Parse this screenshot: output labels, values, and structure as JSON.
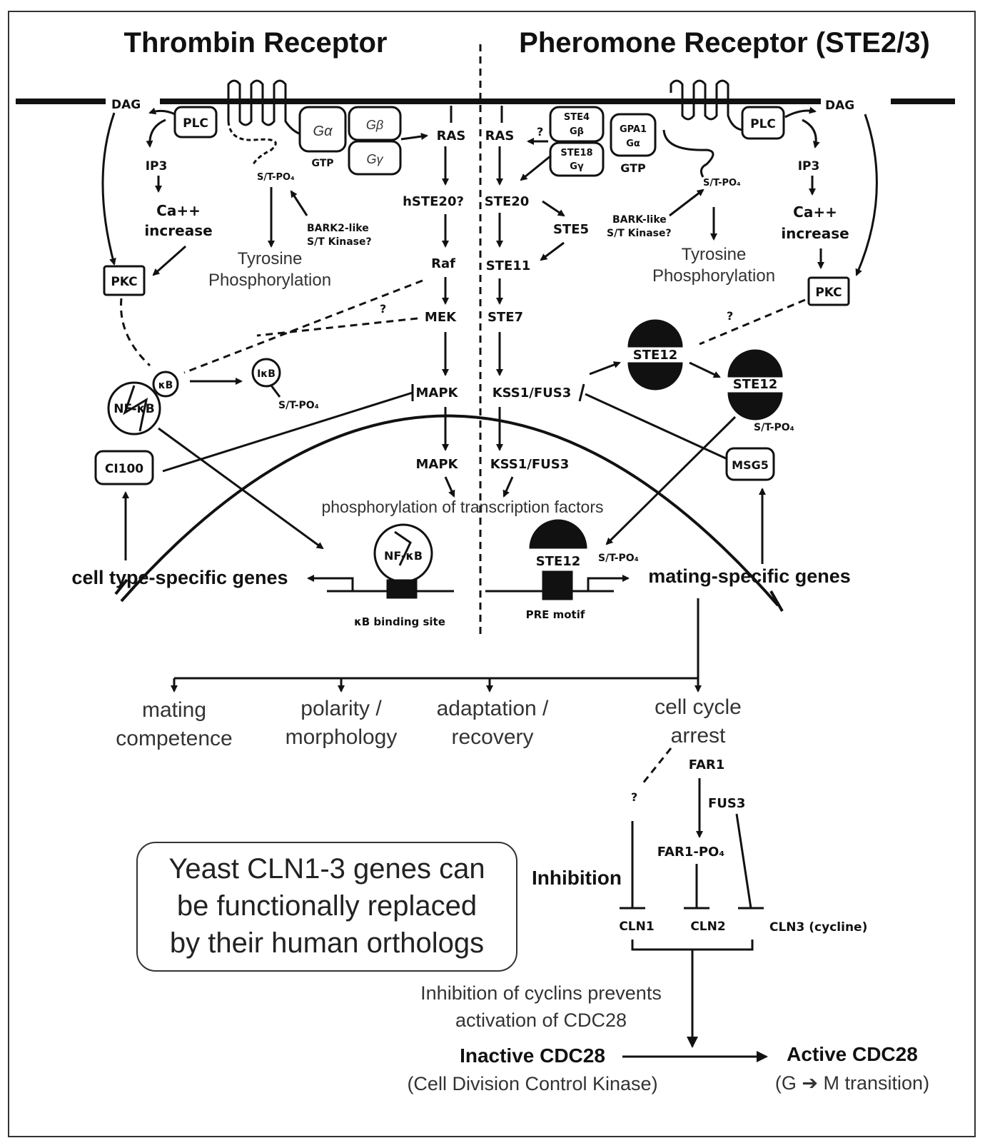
{
  "titles": {
    "left": "Thrombin Receptor",
    "right": "Pheromone Receptor (STE2/3)"
  },
  "left": {
    "dag": "DAG",
    "plc": "PLC",
    "ga": "Gα",
    "gb": "Gβ",
    "gg": "Gγ",
    "gtp": "GTP",
    "ip3": "IP3",
    "ca1": "Ca++",
    "ca2": "increase",
    "stpo": "S/T-PO₄",
    "bark1": "BARK2-like",
    "bark2": "S/T Kinase?",
    "tyr1": "Tyrosine",
    "tyr2": "Phosphorylation",
    "pkc": "PKC",
    "ras": "RAS",
    "hste20": "hSTE20?",
    "raf": "Raf",
    "mek": "MEK",
    "mapk": "MAPK",
    "mapk2": "MAPK",
    "ikb": "κB",
    "ikb2": "IκB",
    "stpo2": "S/T-PO₄",
    "nfkb": "NF-κB",
    "nfkb2": "NF-κB",
    "ci100": "CI100",
    "genes": "cell type-specific genes",
    "binding": "κB  binding  site",
    "q": "?"
  },
  "right": {
    "dag": "DAG",
    "plc": "PLC",
    "ras": "RAS",
    "ste4a": "STE4",
    "ste4b": "Gβ",
    "ste18a": "STE18",
    "ste18b": "Gγ",
    "gpa1a": "GPA1",
    "gpa1b": "Gα",
    "gtp": "GTP",
    "q1": "?",
    "stpo": "S/T-PO₄",
    "ip3": "IP3",
    "ca1": "Ca++",
    "ca2": "increase",
    "ste20": "STE20",
    "ste5": "STE5",
    "bark1": "BARK-like",
    "bark2": "S/T Kinase?",
    "tyr1": "Tyrosine",
    "tyr2": "Phosphorylation",
    "ste11": "STE11",
    "pkc": "PKC",
    "ste7": "STE7",
    "q2": "?",
    "ste12a": "STE12",
    "ste12b": "STE12",
    "stpo2": "S/T-PO₄",
    "kss": "KSS1/FUS3",
    "kss2": "KSS1/FUS3",
    "msg5": "MSG5",
    "ste12c": "STE12",
    "stpo3": "S/T-PO₄",
    "genes": "mating-specific genes",
    "pre": "PRE  motif"
  },
  "phospho": "phosphorylation of transcription factors",
  "outcomes": {
    "o1a": "mating",
    "o1b": "competence",
    "o2a": "polarity /",
    "o2b": "morphology",
    "o3a": "adaptation /",
    "o3b": "recovery",
    "o4a": "cell cycle",
    "o4b": "arrest"
  },
  "cycle": {
    "far1": "FAR1",
    "fus3": "FUS3",
    "far1po": "FAR1-PO₄",
    "q": "?",
    "inhibition": "Inhibition",
    "cln1": "CLN1",
    "cln2": "CLN2",
    "cln3": "CLN3 (cycline)",
    "note1": "Inhibition of cyclins prevents",
    "note2": "activation of CDC28",
    "inactive": "Inactive CDC28",
    "inactive_sub": "(Cell Division Control Kinase)",
    "active": "Active CDC28",
    "active_sub": "(G ➔ M transition)"
  },
  "callout": {
    "line1": "Yeast CLN1-3 genes can",
    "line2": "be functionally replaced",
    "line3": "by their human orthologs"
  }
}
